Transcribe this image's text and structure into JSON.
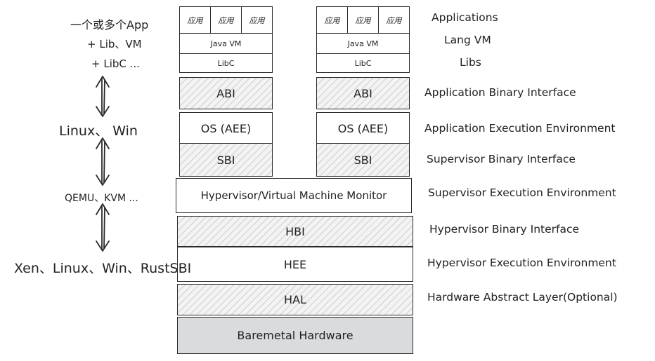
{
  "stacks": [
    {
      "apps": [
        "应用",
        "应用",
        "应用"
      ],
      "lang_vm": "Java VM",
      "libs": "LibC",
      "abi": "ABI",
      "os": "OS (AEE)",
      "sbi": "SBI"
    },
    {
      "apps": [
        "应用",
        "应用",
        "应用"
      ],
      "lang_vm": "Java VM",
      "libs": "LibC",
      "abi": "ABI",
      "os": "OS (AEE)",
      "sbi": "SBI"
    }
  ],
  "shared_layers": {
    "hypervisor": "Hypervisor/Virtual Machine Monitor",
    "hbi": "HBI",
    "hee": "HEE",
    "hal": "HAL",
    "hardware": "Baremetal Hardware"
  },
  "left_labels": {
    "apps_line1": "一个或多个App",
    "apps_line2": "+ Lib、VM",
    "apps_line3": "+ LibC ...",
    "os_examples": "Linux、 Win",
    "hypervisor_examples": "QEMU、KVM ...",
    "hee_examples": "Xen、Linux、Win、RustSBI"
  },
  "right_labels": {
    "applications": "Applications",
    "lang_vm": "Lang VM",
    "libs": "Libs",
    "abi": "Application Binary Interface",
    "aee": "Application Execution Environment",
    "sbi": "Supervisor Binary Interface",
    "see": "Supervisor Execution Environment",
    "hbi": "Hypervisor Binary Interface",
    "hee": "Hypervisor Execution Environment",
    "hal": "Hardware Abstract Layer(Optional)"
  },
  "colors": {
    "stroke": "#2a2a2a",
    "hatch_fill": "#f3f3f3",
    "hardware_fill": "#d9dbdd"
  }
}
